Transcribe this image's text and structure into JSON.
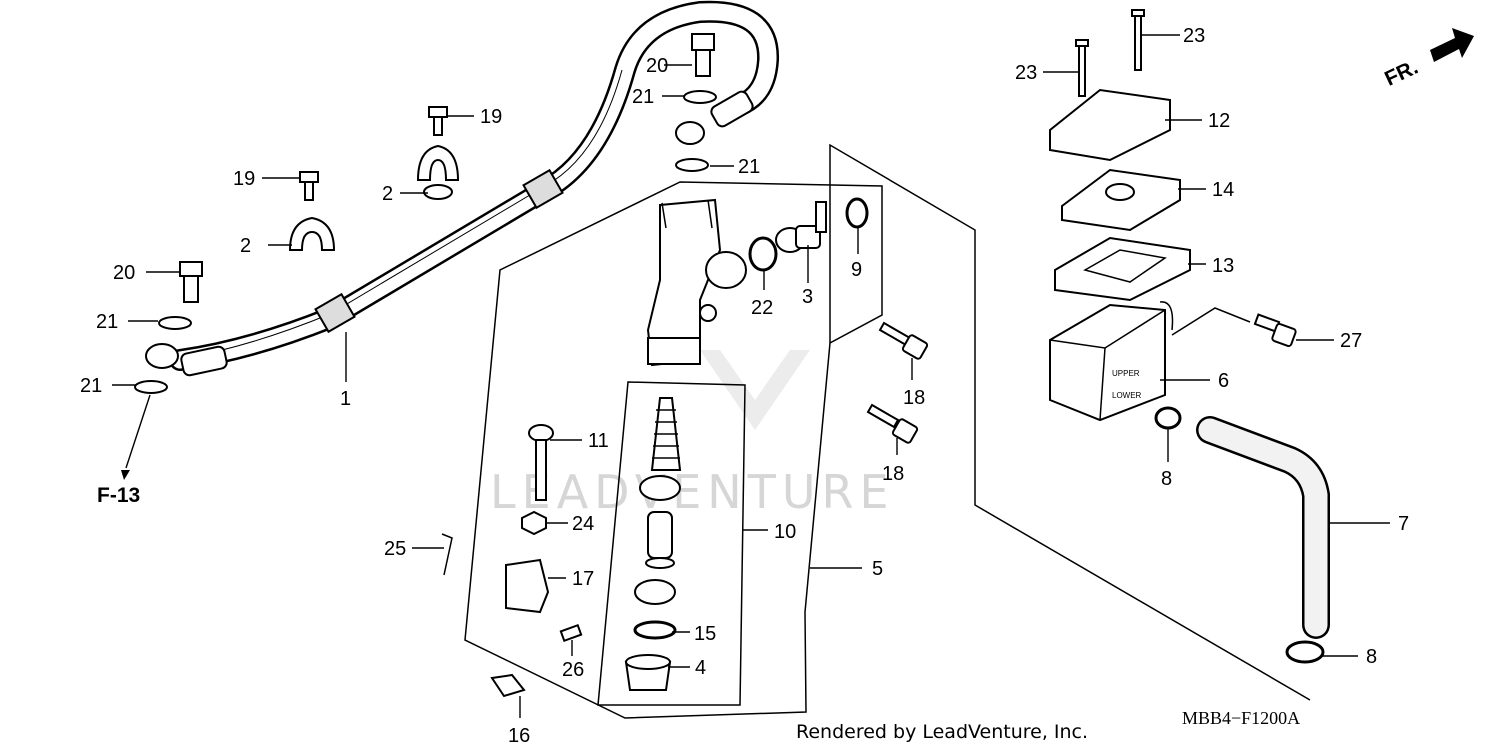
{
  "diagram": {
    "callouts": {
      "c1": "1",
      "c2a": "2",
      "c2b": "2",
      "c3": "3",
      "c4": "4",
      "c5": "5",
      "c6": "6",
      "c7": "7",
      "c8a": "8",
      "c8b": "8",
      "c9": "9",
      "c10": "10",
      "c11": "11",
      "c12": "12",
      "c13": "13",
      "c14": "14",
      "c15": "15",
      "c16": "16",
      "c17": "17",
      "c18a": "18",
      "c18b": "18",
      "c19a": "19",
      "c19b": "19",
      "c20a": "20",
      "c20b": "20",
      "c21a": "21",
      "c21b": "21",
      "c21c": "21",
      "c21d": "21",
      "c22": "22",
      "c23a": "23",
      "c23b": "23",
      "c24": "24",
      "c25": "25",
      "c26": "26",
      "c27": "27"
    },
    "reference": "F-13",
    "direction": "FR.",
    "diagram_code": "MBB4−F1200A",
    "credit": "Rendered by LeadVenture, Inc.",
    "watermark": "LEADVENTURE",
    "reservoir_text_upper": "UPPER",
    "reservoir_text_lower": "LOWER"
  }
}
